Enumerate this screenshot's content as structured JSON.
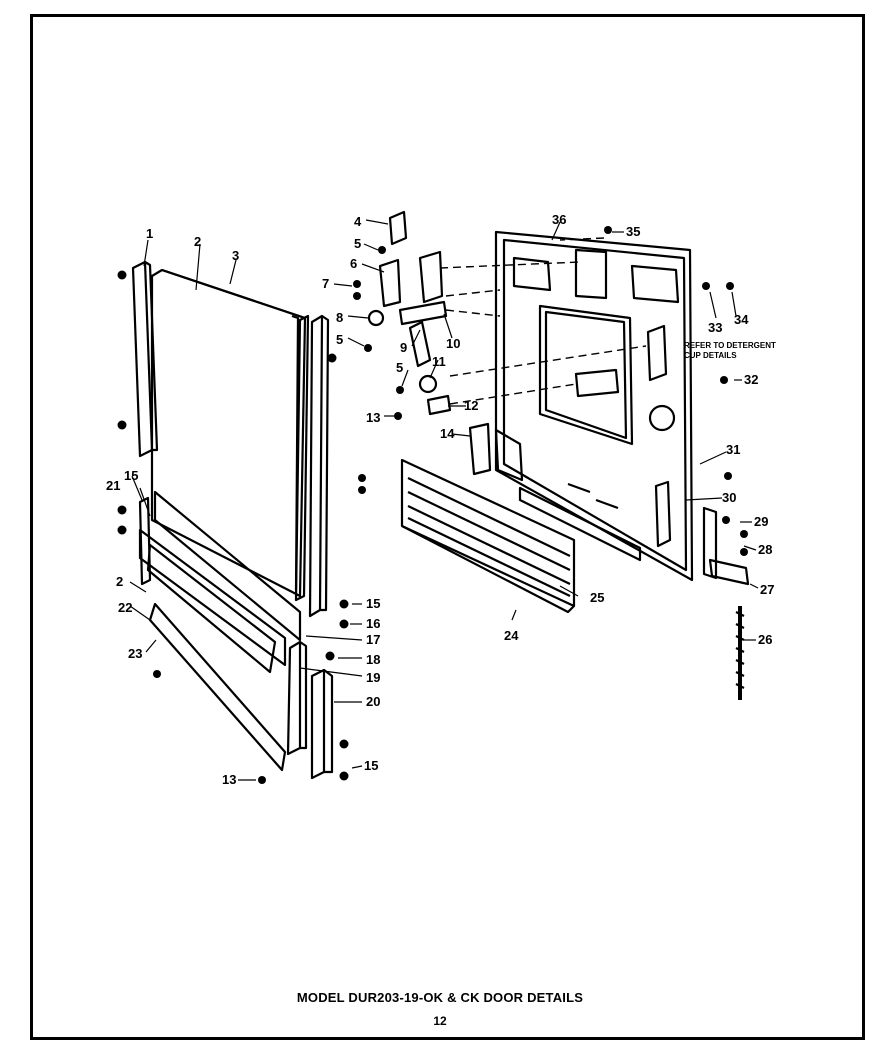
{
  "diagram": {
    "caption": "MODEL DUR203-19-OK & CK DOOR DETAILS",
    "page_number": "12",
    "note_lines": [
      "REFER TO DETERGENT",
      "CUP DETAILS"
    ],
    "callouts": [
      "1",
      "2",
      "3",
      "4",
      "5",
      "5",
      "5",
      "6",
      "7",
      "8",
      "9",
      "10",
      "11",
      "12",
      "13",
      "14",
      "15",
      "21",
      "2",
      "22",
      "23",
      "13",
      "15",
      "16",
      "17",
      "18",
      "19",
      "20",
      "15",
      "24",
      "25",
      "36",
      "35",
      "33",
      "34",
      "32",
      "31",
      "30",
      "29",
      "28",
      "27",
      "26"
    ]
  }
}
